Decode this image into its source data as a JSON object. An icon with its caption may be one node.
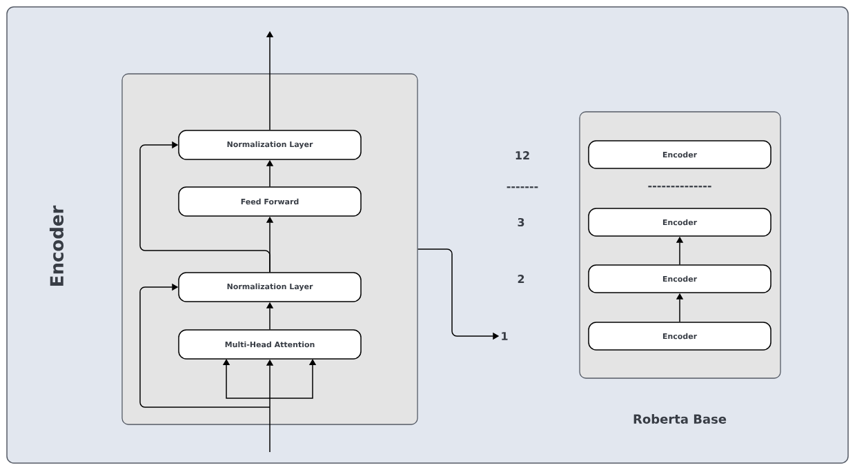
{
  "diagram": {
    "nodes": [
      {
        "text": [
          "Encoder"
        ]
      },
      {
        "text": [
          "Normalization Layer"
        ],
        "in": 0
      },
      {
        "text": [
          "Feed Forward"
        ],
        "in": 0
      },
      {
        "text": [
          "Normalization Layer"
        ],
        "in": 0
      },
      {
        "text": [
          "Multi-Head Attention"
        ],
        "in": 0
      },
      {
        "text": [
          "Roberta Base"
        ]
      },
      {
        "text": [
          "Encoder"
        ],
        "in": 5
      },
      {
        "text": [
          "Encoder"
        ],
        "in": 5
      },
      {
        "text": [
          "Encoder"
        ],
        "in": 5
      },
      {
        "text": [
          "Encoder"
        ],
        "in": 5
      },
      {
        "text": [
          "1"
        ]
      }
    ],
    "edges": [
      {
        "from": null,
        "to": 4,
        "arrow": "to"
      },
      {
        "from": null,
        "to": 3,
        "arrow": "to"
      },
      {
        "from": 4,
        "to": 3,
        "arrow": "to"
      },
      {
        "from": 3,
        "to": 2,
        "arrow": "to"
      },
      {
        "from": 2,
        "to": 1,
        "arrow": "to"
      },
      {
        "from": 3,
        "to": 1,
        "arrow": "to"
      },
      {
        "from": 1,
        "to": null,
        "arrow": "to"
      },
      {
        "from": 0,
        "to": 10,
        "arrow": "to"
      },
      {
        "from": 9,
        "to": 8,
        "arrow": "to"
      },
      {
        "from": 8,
        "to": 7,
        "arrow": "to"
      }
    ],
    "labels": [
      "12",
      "-------",
      "3",
      "2",
      "--------------"
    ]
  }
}
